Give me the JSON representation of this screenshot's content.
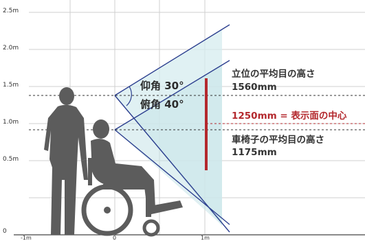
{
  "diagram": {
    "y_axis_ticks": [
      "2.5m",
      "2.0m",
      "1.5m",
      "1.0m",
      "0.5m",
      "0"
    ],
    "x_axis_ticks": [
      "-1m",
      "0",
      "1m"
    ],
    "angles": {
      "elevation": "仰角 30°",
      "depression": "俯角 40°"
    },
    "standing_eye": {
      "label": "立位の平均目の高さ",
      "value": "1560mm"
    },
    "display_center": {
      "label": "1250mm = 表示面の中心"
    },
    "wheelchair_eye": {
      "label": "車椅子の平均目の高さ",
      "value": "1175mm"
    },
    "colors": {
      "cone_fill": "#d6ecef",
      "cone_line": "#2c3f8f",
      "display_bar": "#b3282d",
      "center_text": "#b3282d",
      "silhouette": "#5c5c5c",
      "grid": "#cfcfcf"
    }
  }
}
